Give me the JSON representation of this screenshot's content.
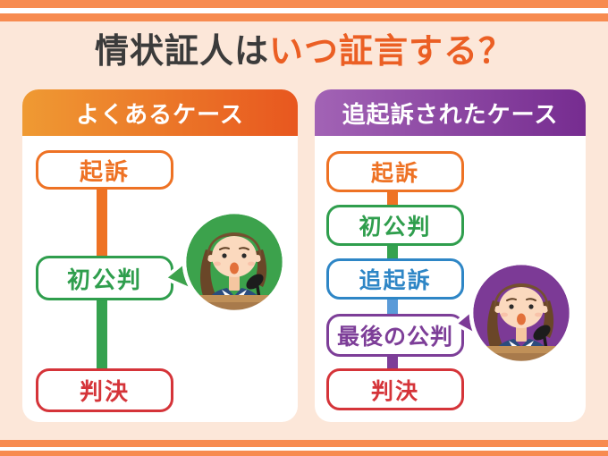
{
  "title": {
    "prefix": "情状証人は",
    "highlight": "いつ証言する？"
  },
  "columns": [
    {
      "header": "よくあるケース",
      "steps": [
        {
          "label": "起訴",
          "color": "#EE7224"
        },
        {
          "label": "初公判",
          "color": "#2F9E4D"
        },
        {
          "label": "判決",
          "color": "#D53439"
        }
      ],
      "connector_colors": [
        "#EE7224",
        "#35A24F"
      ],
      "witness_points_to": "初公判",
      "circle_color": "#3CA24C"
    },
    {
      "header": "追起訴されたケース",
      "steps": [
        {
          "label": "起訴",
          "color": "#EE7224"
        },
        {
          "label": "初公判",
          "color": "#2F9E4D"
        },
        {
          "label": "追起訴",
          "color": "#2E86C6"
        },
        {
          "label": "最後の公判",
          "color": "#7D3E98"
        },
        {
          "label": "判決",
          "color": "#D53439"
        }
      ],
      "connector_colors": [
        "#EE7224",
        "#35A24F",
        "#5B9BD8",
        "#7D3E98"
      ],
      "witness_points_to": "最後の公判",
      "circle_color": "#7C3A96"
    }
  ],
  "icons": {
    "witness": "witness-at-podium-icon"
  },
  "colors": {
    "background": "#FCE7D9",
    "frame_stripe": "#F78B50",
    "title_text": "#3B3B3B",
    "title_highlight": "#EB5F24",
    "left_header_gradient": [
      "#EF9A33",
      "#E8571F"
    ],
    "right_header_gradient": [
      "#A263B5",
      "#762C90"
    ]
  }
}
